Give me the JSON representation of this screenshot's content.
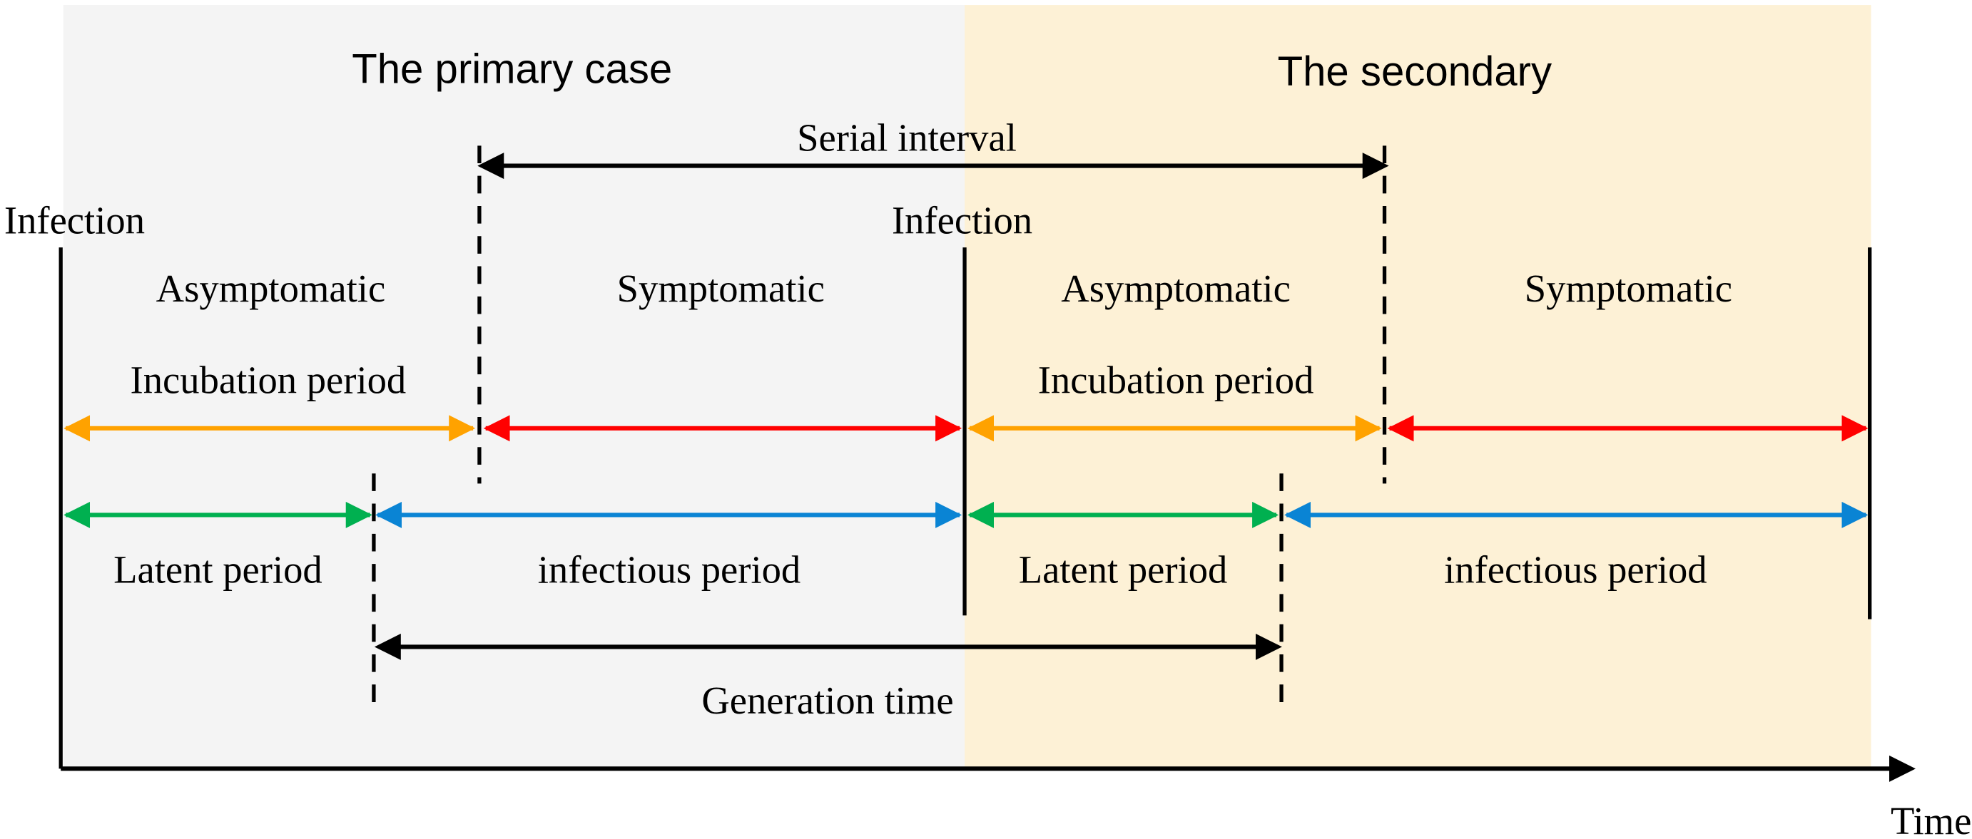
{
  "colors": {
    "primary_bg": "#f4f4f4",
    "secondary_bg": "#fdf1d6",
    "incubation": "#ffa200",
    "symptomatic": "#ff0000",
    "latent": "#00b050",
    "infectious": "#0a84d4",
    "black": "#000000"
  },
  "headers": {
    "primary": "The primary case",
    "secondary": "The secondary"
  },
  "labels": {
    "serial_interval": "Serial interval",
    "infection_primary": "Infection",
    "infection_secondary": "Infection",
    "asymptomatic_primary": "Asymptomatic",
    "symptomatic_primary": "Symptomatic",
    "asymptomatic_secondary": "Asymptomatic",
    "symptomatic_secondary": "Symptomatic",
    "incubation_primary": "Incubation period",
    "incubation_secondary": "Incubation period",
    "latent_primary": "Latent period",
    "infectious_primary": "infectious period",
    "latent_secondary": "Latent period",
    "infectious_secondary": "infectious period",
    "generation_time": "Generation time",
    "time_axis": "Time"
  }
}
